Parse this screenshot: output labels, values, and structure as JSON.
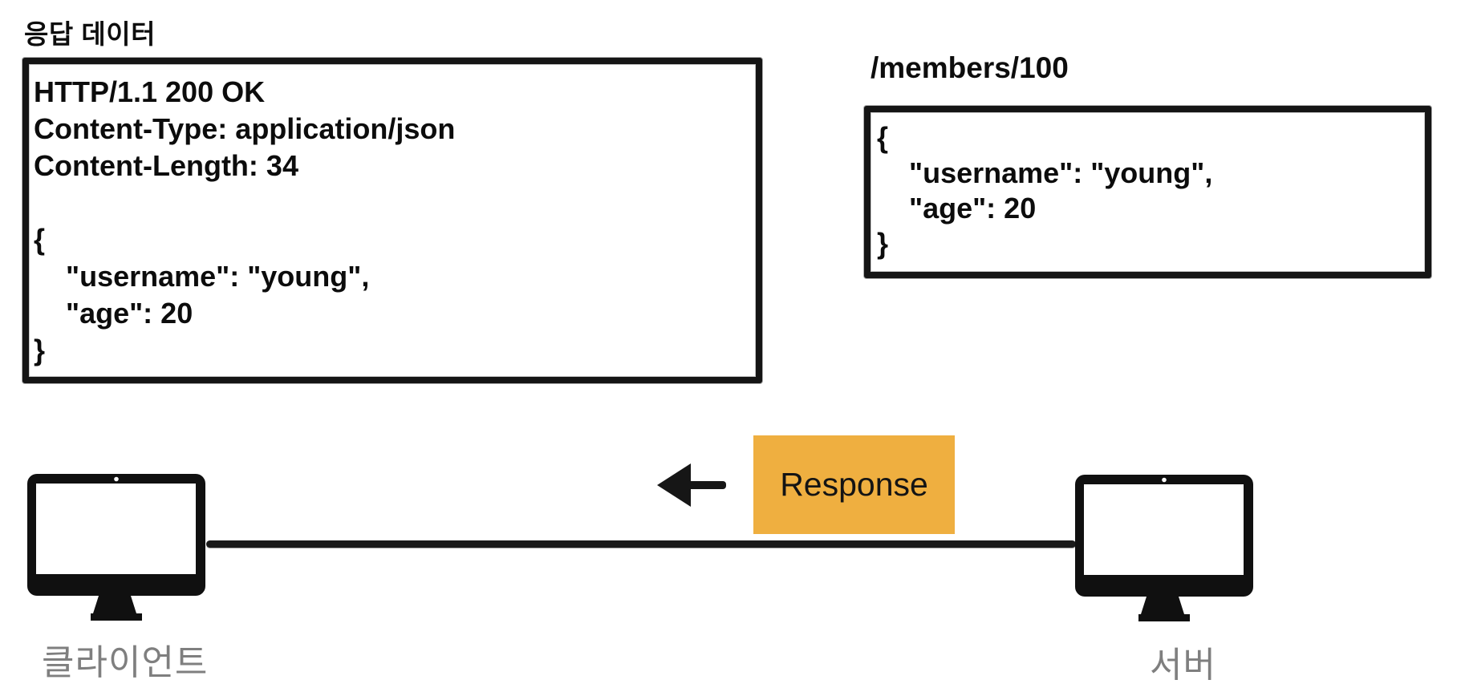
{
  "page": {
    "title": "응답 데이터"
  },
  "colors": {
    "ink": "#151515",
    "accent_orange": "#EFAF40",
    "label_gray": "#7F7F7F"
  },
  "response_box": {
    "lines": [
      "HTTP/1.1 200 OK",
      "Content-Type: application/json",
      "Content-Length: 34",
      "",
      "{",
      "    \"username\": \"young\",",
      "    \"age\": 20",
      "}"
    ]
  },
  "resource_box": {
    "path": "/members/100",
    "lines": [
      "{",
      "    \"username\": \"young\",",
      "    \"age\": 20",
      "}"
    ]
  },
  "flow": {
    "label": "Response",
    "direction": "left"
  },
  "nodes": {
    "client_label": "클라이언트",
    "server_label": "서버"
  }
}
